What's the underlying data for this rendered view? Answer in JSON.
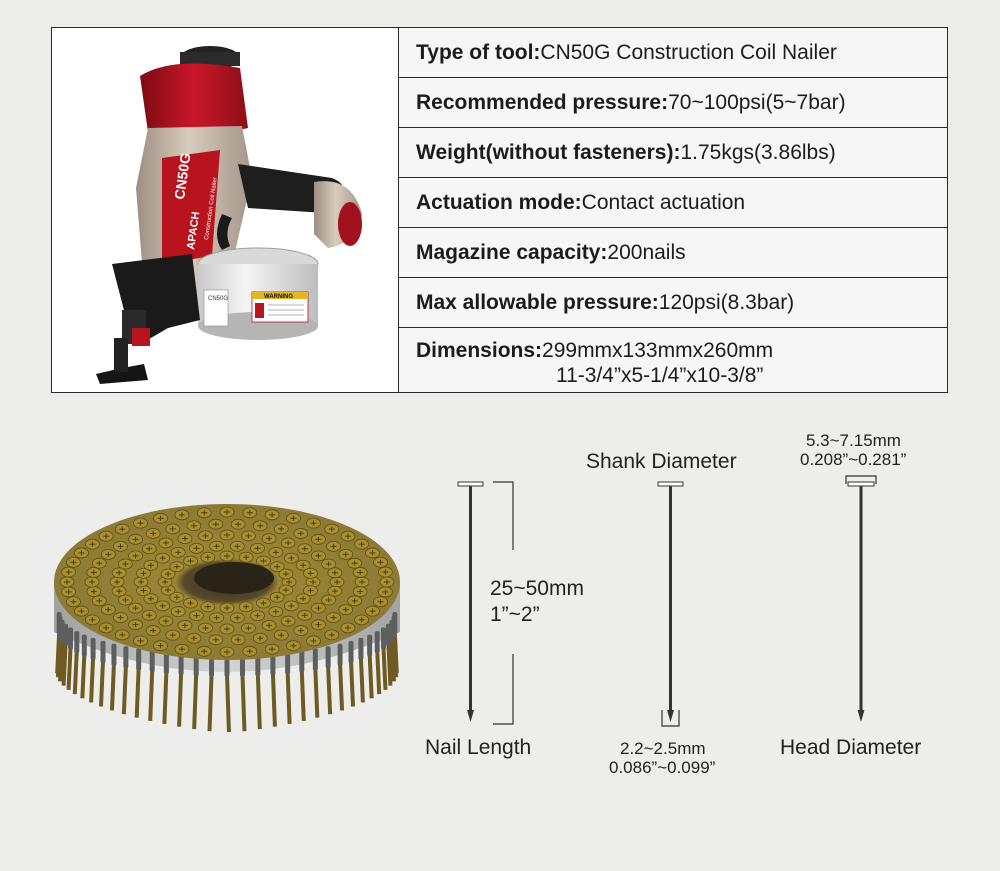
{
  "specs": [
    {
      "label": "Type of tool:",
      "value": "CN50G Construction Coil Nailer"
    },
    {
      "label": "Recommended pressure:",
      "value": "70~100psi(5~7bar)"
    },
    {
      "label": "Weight(without fasteners):",
      "value": "1.75kgs(3.86lbs)"
    },
    {
      "label": "Actuation mode:",
      "value": "Contact actuation"
    },
    {
      "label": "Magazine capacity:",
      "value": "200nails"
    },
    {
      "label": "Max allowable pressure:",
      "value": "120psi(8.3bar)"
    },
    {
      "label": "Dimensions:",
      "value": "299mmx133mmx260mm",
      "value2": "11-3/4”x5-1/4”x10-3/8”"
    }
  ],
  "tool_image": {
    "brand_text": "APACH",
    "model_text": "CN50G",
    "body_text": "Construction Coil Nailer",
    "magazine_model": "CN50G",
    "warning_text": "WARNING"
  },
  "nail_length": {
    "title": "Nail Length",
    "value_mm": "25~50mm",
    "value_in": "1”~2”"
  },
  "shank_diameter": {
    "title": "Shank Diameter",
    "value_mm": "2.2~2.5mm",
    "value_in": "0.086”~0.099”"
  },
  "head_diameter": {
    "title": "Head Diameter",
    "value_mm": "5.3~7.15mm",
    "value_in": "0.208”~0.281”"
  },
  "colors": {
    "tool_red": "#b8141e",
    "tool_body": "#c7b8a6",
    "coil_gold": "#a8902f",
    "coil_band": "#c2c4c3"
  }
}
